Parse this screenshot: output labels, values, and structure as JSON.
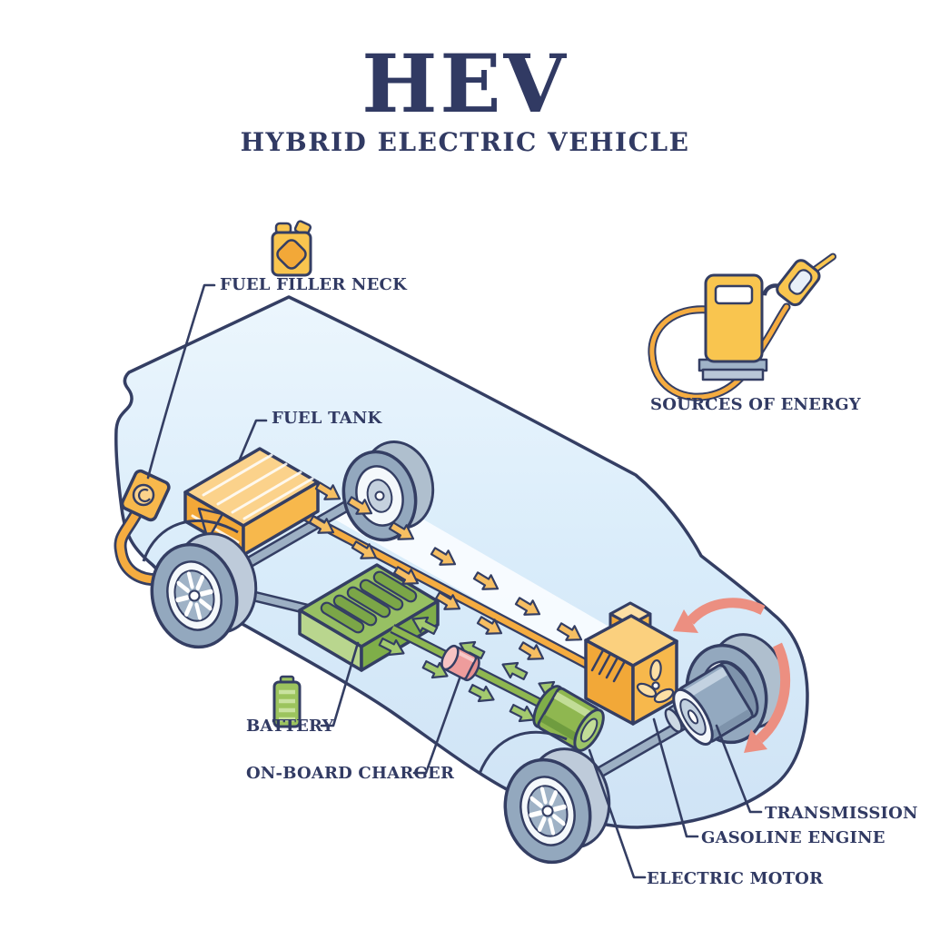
{
  "header": {
    "title": "HEV",
    "subtitle": "HYBRID ELECTRIC VEHICLE"
  },
  "labels": {
    "fuel_filler_neck": "FUEL FILLER NECK",
    "fuel_tank": "FUEL TANK",
    "sources_of_energy": "SOURCES OF ENERGY",
    "battery": "BATTERY",
    "on_board_charger": "ON-BOARD CHARGER",
    "transmission": "TRANSMISSION",
    "gasoline_engine": "GASOLINE ENGINE",
    "electric_motor": "ELECTRIC MOTOR"
  },
  "icons": {
    "jerry_can": "jerry-can-fuel-icon",
    "fuel_pump": "fuel-pump-nozzle-icon",
    "battery": "green-battery-icon"
  },
  "colors": {
    "navy_outline": "#343E63",
    "text_navy": "#313A63",
    "car_body_blue": "#D9ECFA",
    "orange": "#F5AC40",
    "yellow": "#F9C54F",
    "green": "#8FB750",
    "light_green": "#C2DD97",
    "pink_charger": "#EE9C9C",
    "salmon_arrow": "#EC8F81",
    "wheel_gray_blue": "#93A8BE"
  }
}
